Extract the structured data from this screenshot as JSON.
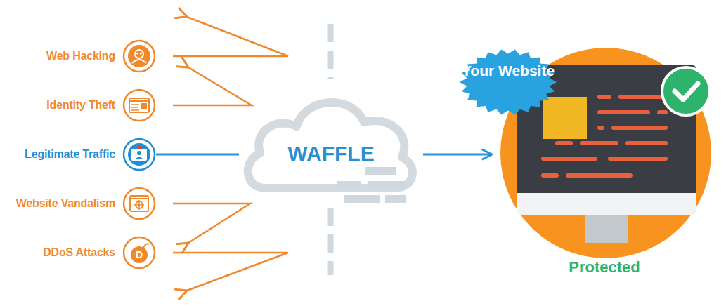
{
  "diagram": {
    "nodes": [
      {
        "text": [
          "Web Hacking"
        ]
      },
      {
        "text": [
          "Identity Theft"
        ]
      },
      {
        "text": [
          "Legitimate Traffic"
        ]
      },
      {
        "text": [
          "Website Vandalism"
        ]
      },
      {
        "text": [
          "DDoS Attacks"
        ]
      },
      {
        "text": [
          "WAFFLE"
        ]
      },
      {
        "text": [
          "Protected"
        ]
      },
      {
        "text": [
          "Your Website"
        ]
      }
    ],
    "edges": [
      {
        "from": 2,
        "to": 5,
        "arrow": "none"
      },
      {
        "from": 5,
        "to": 6,
        "arrow": "to"
      }
    ],
    "labels": [
      "D"
    ]
  }
}
